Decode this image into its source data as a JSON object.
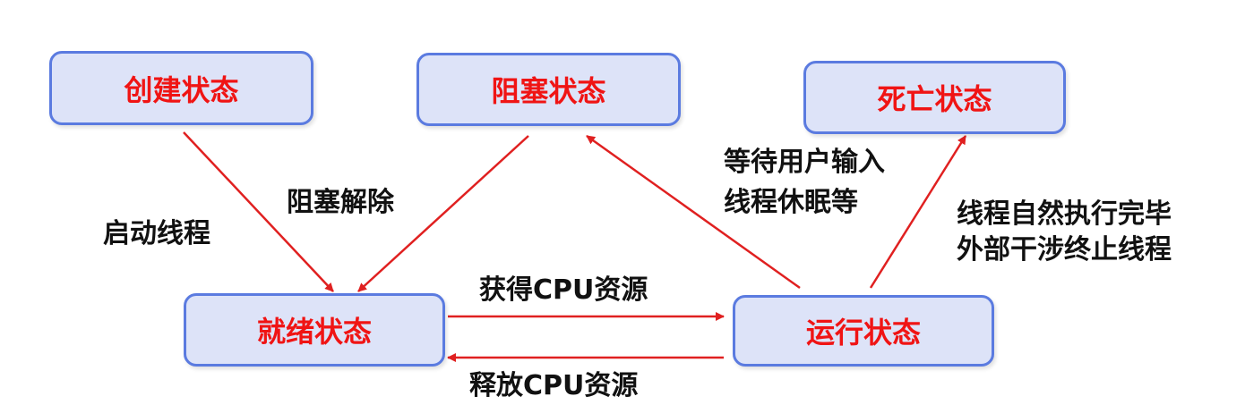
{
  "states": {
    "create": "创建状态",
    "blocked": "阻塞状态",
    "dead": "死亡状态",
    "ready": "就绪状态",
    "running": "运行状态"
  },
  "transitions": {
    "start_thread": "启动线程",
    "unblock": "阻塞解除",
    "get_cpu": "获得CPU资源",
    "release_cpu": "释放CPU资源",
    "block_reason_1": "等待用户输入",
    "block_reason_2": "线程休眠等",
    "death_reason_1": "线程自然执行完毕",
    "death_reason_2": "外部干涉终止线程"
  },
  "colors": {
    "box_fill": "#dde3f8",
    "box_border": "#5b7be0",
    "state_text": "#f01414",
    "arrow": "#e02020"
  }
}
